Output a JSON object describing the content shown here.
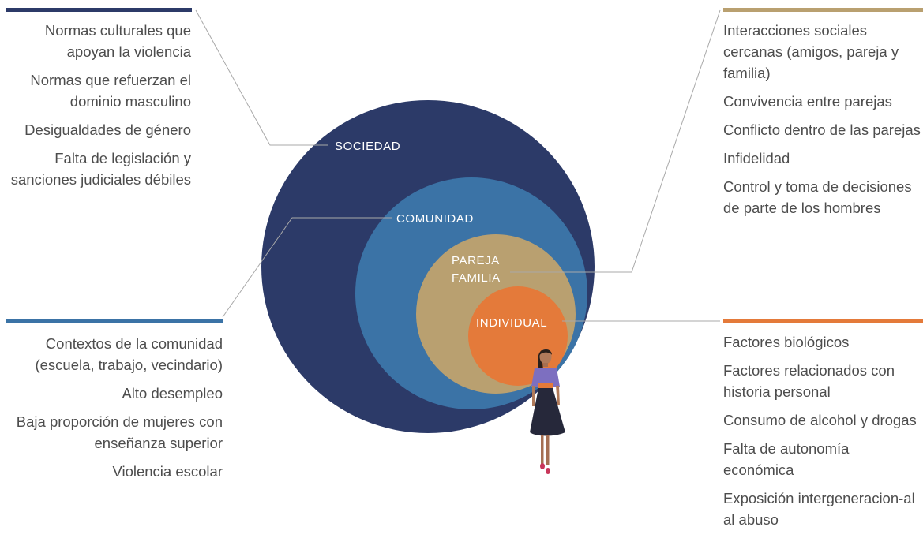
{
  "colors": {
    "sociedad": "#2c3a68",
    "comunidad": "#3b73a6",
    "pareja_familia": "#b9a070",
    "individual": "#e47a3a",
    "connector": "#a9a9a9",
    "text": "#4d4d4d"
  },
  "rings": {
    "sociedad": "SOCIEDAD",
    "comunidad": "COMUNIDAD",
    "pareja_line1": "PAREJA",
    "pareja_line2": "FAMILIA",
    "individual": "INDIVIDUAL"
  },
  "figure": {
    "icon": "woman-figure-icon"
  },
  "panels": {
    "sociedad": [
      "Normas culturales que apoyan la violencia",
      "Normas que refuerzan el dominio masculino",
      "Desigualdades de género",
      "Falta de legislación y sanciones judiciales débiles"
    ],
    "comunidad": [
      "Contextos de la comunidad (escuela, trabajo, vecindario)",
      "Alto desempleo",
      "Baja proporción de mujeres con enseñanza superior",
      "Violencia escolar"
    ],
    "pareja_familia": [
      "Interacciones sociales cercanas (amigos, pareja y familia)",
      "Convivencia entre parejas",
      "Conflicto dentro de las parejas",
      "Infidelidad",
      "Control y toma de decisiones de parte de los hombres"
    ],
    "individual": [
      "Factores biológicos",
      "Factores relacionados con historia personal",
      "Consumo de alcohol y drogas",
      "Falta de autonomía económica",
      "Exposición intergeneracion-al al abuso"
    ]
  }
}
